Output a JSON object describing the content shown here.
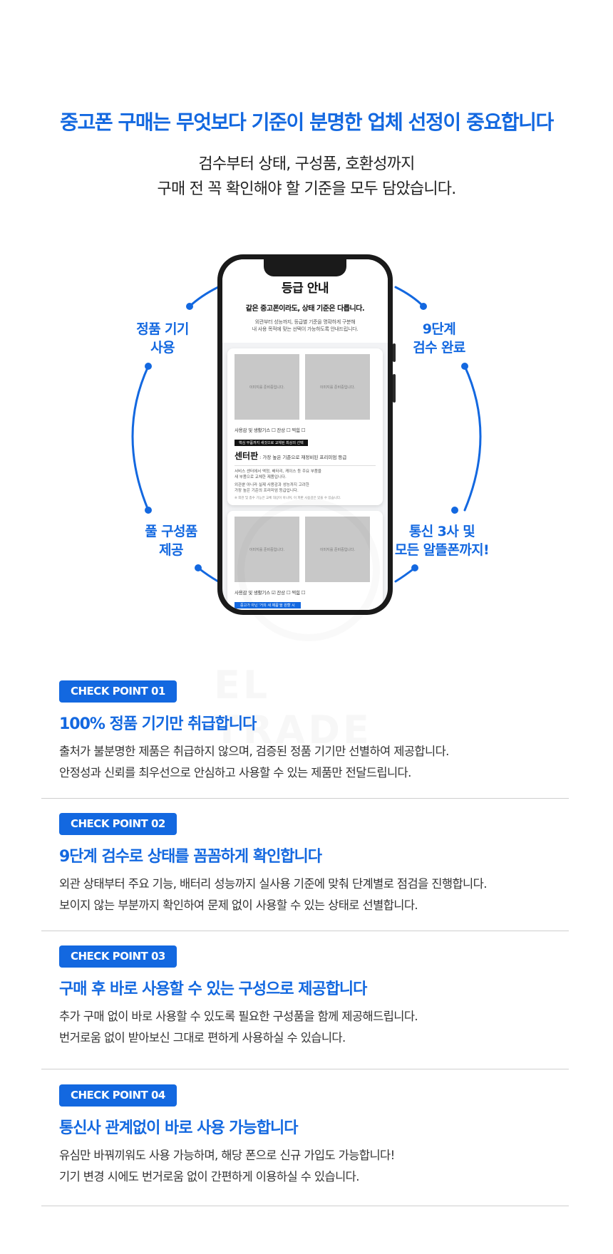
{
  "hero": {
    "title": "중고폰 구매는 무엇보다 기준이 분명한 업체 선정이 중요합니다",
    "subtitle_line1": "검수부터 상태, 구성품, 호환성까지",
    "subtitle_line2": "구매 전 꼭 확인해야 할 기준을 모두 담았습니다."
  },
  "features": {
    "top_left": [
      "정품 기기",
      "사용"
    ],
    "top_right": [
      "9단계",
      "검수 완료"
    ],
    "bottom_left": [
      "풀 구성품",
      "제공"
    ],
    "bottom_right": [
      "통신 3사 및",
      "모든 알뜰폰까지!"
    ]
  },
  "phone_screen": {
    "title": "등급 안내",
    "subtitle": "같은 중고폰이라도, 상태 기준은 다릅니다.",
    "desc_line1": "외관부터 성능까지, 등급별 기준을 명확하게 구분해",
    "desc_line2": "내 사용 목적에 맞는 선택이 가능하도록 안내드립니다.",
    "image_placeholder": "이미지를 준비중입니다.",
    "card1": {
      "checks": "사용감 및 생활기스 ☐  잔상 ☐  찍힘 ☐",
      "badge": "핵심 부품까지 새것으로 교체된 최상의 선택",
      "grade_name": "센터판",
      "grade_desc": ": 가장 높은 기준으로 재정비된 프리미엄 등급",
      "detail_line1": "서비스 센터에서 액정, 배터리, 케이스 등 주요 부품을",
      "detail_line2": "새 부품으로 교체한 제품입니다.",
      "detail_line3": "외관뿐 아니라 실제 사용감과 성능까지 고려한",
      "detail_line4": "가장 높은 기준의 프리미엄 등급입니다.",
      "note": "※ 외관 및 층수 기능은 교체 대상이 아니며, 이 파판 사용감은 있을 수 있습니다."
    },
    "card2": {
      "checks": "사용감 및 생활기스 ☑  잔상 ☐  찍힘 ☐",
      "badge": "중고가 아닌 '거의 새 제품'을 원할 시"
    }
  },
  "watermark": {
    "text": "EL TRADE"
  },
  "check_points": [
    {
      "badge": "CHECK POINT 01",
      "title": "100% 정품 기기만 취급합니다",
      "line1": "출처가 불분명한 제품은 취급하지 않으며, 검증된 정품 기기만 선별하여 제공합니다.",
      "line2": "안정성과 신뢰를 최우선으로 안심하고 사용할 수 있는 제품만 전달드립니다."
    },
    {
      "badge": "CHECK POINT 02",
      "title": "9단계 검수로 상태를 꼼꼼하게 확인합니다",
      "line1": "외관 상태부터 주요 기능, 배터리 성능까지 실사용 기준에 맞춰 단계별로 점검을 진행합니다.",
      "line2": "보이지 않는 부분까지 확인하여 문제 없이 사용할 수 있는 상태로 선별합니다."
    },
    {
      "badge": "CHECK POINT 03",
      "title": "구매 후 바로 사용할 수 있는 구성으로 제공합니다",
      "line1": "추가 구매 없이 바로 사용할 수 있도록 필요한 구성품을 함께 제공해드립니다.",
      "line2": "번거로움 없이 받아보신 그대로 편하게 사용하실 수 있습니다."
    },
    {
      "badge": "CHECK POINT 04",
      "title": "통신사 관계없이 바로 사용 가능합니다",
      "line1": "유심만 바꿔끼워도 사용 가능하며, 해당 폰으로 신규 가입도 가능합니다!",
      "line2": "기기 변경 시에도 번거로움 없이 간편하게 이용하실 수 있습니다."
    }
  ],
  "colors": {
    "accent": "#1368e0",
    "text": "#222222",
    "divider": "#cfcfcf"
  }
}
